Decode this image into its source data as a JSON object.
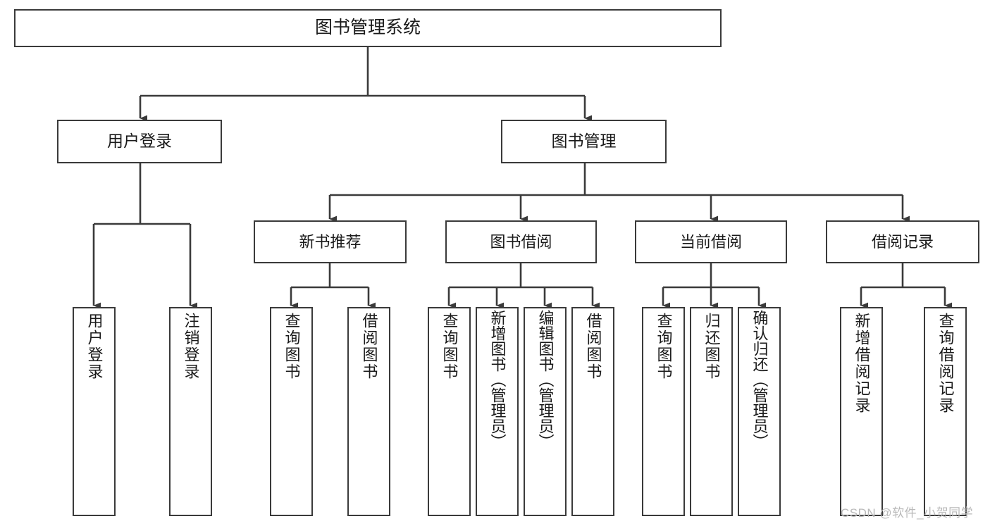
{
  "diagram": {
    "title": "图书管理系统",
    "type": "tree-hierarchy",
    "watermark": "CSDN @软件_小贺同学",
    "colors": {
      "box_border": "#3a3a3a",
      "box_fill": "#ffffff",
      "connector": "#3a3a3a",
      "text": "#1a1a1a",
      "watermark": "#b9b9b9"
    },
    "root": {
      "label": "图书管理系统"
    },
    "level2": [
      {
        "label": "用户登录"
      },
      {
        "label": "图书管理"
      }
    ],
    "level3": [
      {
        "label": "新书推荐"
      },
      {
        "label": "图书借阅"
      },
      {
        "label": "当前借阅"
      },
      {
        "label": "借阅记录"
      }
    ],
    "leaves": {
      "user_login": [
        {
          "label": "用户登录"
        },
        {
          "label": "注销登录"
        }
      ],
      "new_book_recommend": [
        {
          "label": "查询图书"
        },
        {
          "label": "借阅图书"
        }
      ],
      "book_borrow": [
        {
          "label": "查询图书"
        },
        {
          "label": "新增图书（管理员）"
        },
        {
          "label": "编辑图书（管理员）"
        },
        {
          "label": "借阅图书"
        }
      ],
      "current_borrow": [
        {
          "label": "查询图书"
        },
        {
          "label": "归还图书"
        },
        {
          "label": "确认归还（管理员）"
        }
      ],
      "borrow_record": [
        {
          "label": "新增借阅记录"
        },
        {
          "label": "查询借阅记录"
        }
      ]
    }
  }
}
